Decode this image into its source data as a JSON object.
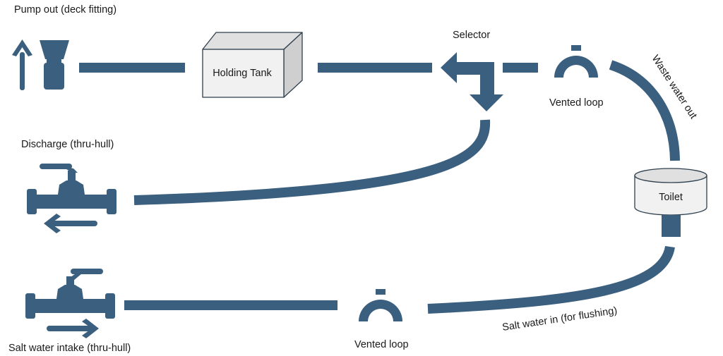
{
  "colors": {
    "pipe": "#3b5f7f",
    "tank_front": "#f1f1f1",
    "tank_top": "#e0e0e0",
    "tank_side": "#cfcfcf",
    "outline": "#2e3f4e",
    "text": "#1a1a1a",
    "background": "#ffffff"
  },
  "labels": {
    "pump_out": "Pump out (deck fitting)",
    "holding_tank": "Holding Tank",
    "selector": "Selector",
    "vented_loop_top": "Vented loop",
    "waste_water_out": "Waste water out",
    "toilet": "Toilet",
    "discharge": "Discharge (thru-hull)",
    "salt_water_intake": "Salt water intake (thru-hull)",
    "vented_loop_bottom": "Vented loop",
    "salt_water_in": "Salt water in (for flushing)"
  },
  "icons": {
    "pump_out": "deck-fitting-icon",
    "pump_out_arrow": "arrow-up-icon",
    "holding_tank": "tank-box-icon",
    "selector": "three-way-valve-icon",
    "vented_loop": "vented-loop-icon",
    "toilet": "toilet-bowl-icon",
    "discharge_valve": "seacock-valve-icon",
    "discharge_arrow": "arrow-left-icon",
    "intake_valve": "seacock-valve-icon",
    "intake_arrow": "arrow-right-icon"
  }
}
